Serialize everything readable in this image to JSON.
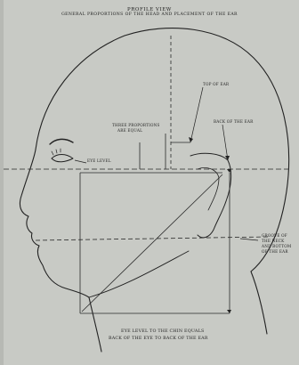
{
  "title": "PROFILE VIEW",
  "subtitle": "GENERAL PROPORTIONS OF THE HEAD AND PLACEMENT OF THE EAR",
  "labels": {
    "top_of_ear": "TOP OF EAR",
    "back_of_ear": "BACK OF THE EAR",
    "three_proportions_1": "THREE PROPORTIONS",
    "three_proportions_2": "ARE EQUAL",
    "eye_level": "EYE LEVEL",
    "groove_1": "GROOVE OF",
    "groove_2": "THE NECK",
    "groove_3": "AND BOTTOM",
    "groove_4": "OF THE EAR",
    "caption_1": "EYE LEVEL TO THE CHIN EQUALS",
    "caption_2": "BACK OF THE EYE TO BACK OF THE EAR"
  },
  "colors": {
    "paper": "#c8cac5",
    "ink": "#1e1e1e"
  }
}
